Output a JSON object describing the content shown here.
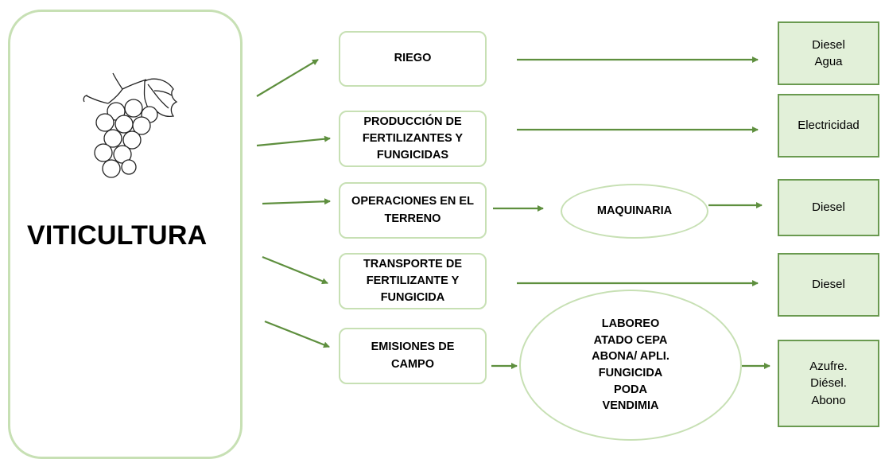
{
  "main": {
    "title": "VITICULTURA",
    "icon": "grape-cluster-icon"
  },
  "processes": [
    {
      "label": "RIEGO"
    },
    {
      "label": "PRODUCCIÓN DE\nFERTILIZANTES Y\nFUNGICIDAS"
    },
    {
      "label": "OPERACIONES EN EL\nTERRENO"
    },
    {
      "label": "TRANSPORTE DE\nFERTILIZANTE Y\nFUNGICIDA"
    },
    {
      "label": "EMISIONES DE\nCAMPO"
    }
  ],
  "intermediates": [
    {
      "label": "MAQUINARIA"
    },
    {
      "label": "LABOREO\nATADO CEPA\nABONA/ APLI.\nFUNGICIDA\nPODA\nVENDIMIA"
    }
  ],
  "outputs": [
    {
      "label": "Diesel\nAgua"
    },
    {
      "label": "Electricidad"
    },
    {
      "label": "Diesel"
    },
    {
      "label": "Diesel"
    },
    {
      "label": "Azufre.\nDiésel.\nAbono"
    }
  ],
  "colors": {
    "light_green_border": "#c7e0b4",
    "output_fill": "#e2f0d9",
    "output_border": "#6a9a50",
    "arrow": "#5e8f3e"
  }
}
